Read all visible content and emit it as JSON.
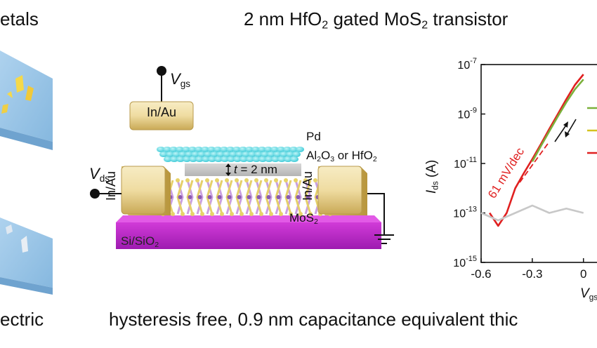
{
  "left_panel": {
    "top_caption": "etals",
    "bottom_caption": "ectric"
  },
  "title": {
    "main": "2 nm HfO",
    "sub1": "2",
    "mid": " gated MoS",
    "sub2": "2",
    "tail": " transistor"
  },
  "device": {
    "vgs_label": "V",
    "vgs_sub": "gs",
    "vds_label": "V",
    "vds_sub": "ds",
    "gate_contact": "In/Au",
    "left_contact": "In/Au",
    "right_contact": "In/Au",
    "pd_label": "Pd",
    "dielectric_a": "Al",
    "dielectric_a_sub": "2",
    "dielectric_b": "O",
    "dielectric_b_sub": "3",
    "dielectric_or": " or HfO",
    "dielectric_or_sub": "2",
    "thickness_italic": "t",
    "thickness_rest": " = 2 nm",
    "channel": "MoS",
    "channel_sub": "2",
    "substrate": "Si/SiO",
    "substrate_sub": "2"
  },
  "plot": {
    "ylabel": "I",
    "ylabel_sub": "ds",
    "ylabel_unit": " (A)",
    "xlabel": "V",
    "xlabel_sub": "gs",
    "slope_annotation": "61 mV/dec",
    "y_ticks": [
      {
        "base": "10",
        "exp": "-7",
        "value": -7
      },
      {
        "base": "10",
        "exp": "-9",
        "value": -9
      },
      {
        "base": "10",
        "exp": "-11",
        "value": -11
      },
      {
        "base": "10",
        "exp": "-13",
        "value": -13
      },
      {
        "base": "10",
        "exp": "-15",
        "value": -15
      }
    ],
    "x_ticks": [
      {
        "label": "-0.6",
        "value": -0.6
      },
      {
        "label": "-0.3",
        "value": -0.3
      },
      {
        "label": "0",
        "value": 0
      }
    ]
  },
  "chart_data": {
    "type": "line",
    "xlabel": "Vgs",
    "ylabel": "Ids (A)",
    "y_scale": "log",
    "xlim": [
      -0.6,
      0.1
    ],
    "ylim": [
      1e-15,
      1e-07
    ],
    "series": [
      {
        "color": "#e02020",
        "x": [
          -0.55,
          -0.5,
          -0.45,
          -0.4,
          -0.35,
          -0.3,
          -0.25,
          -0.2,
          -0.15,
          -0.1,
          -0.05,
          0.0
        ],
        "y": [
          1e-13,
          3e-14,
          1e-13,
          1e-12,
          4e-12,
          1.5e-11,
          6e-11,
          2.5e-10,
          1e-09,
          4e-09,
          1.5e-08,
          4e-08
        ]
      },
      {
        "color": "#7bb03a",
        "x": [
          -0.3,
          -0.25,
          -0.2,
          -0.15,
          -0.1,
          -0.05,
          0.0
        ],
        "y": [
          1.2e-11,
          5e-11,
          2e-10,
          8e-10,
          3e-09,
          1e-08,
          2.5e-08
        ]
      },
      {
        "color": "#c8c8c8",
        "x": [
          -0.6,
          -0.5,
          -0.4,
          -0.3,
          -0.2,
          -0.1,
          0.0
        ],
        "y": [
          1e-13,
          5e-14,
          1e-13,
          2e-13,
          1e-13,
          1.5e-13,
          1e-13
        ]
      }
    ],
    "legend_colors": [
      "#7bb03a",
      "#d4c21f",
      "#e02020"
    ]
  },
  "bottom_caption": "hysteresis free, 0.9 nm capacitance equivalent thic"
}
